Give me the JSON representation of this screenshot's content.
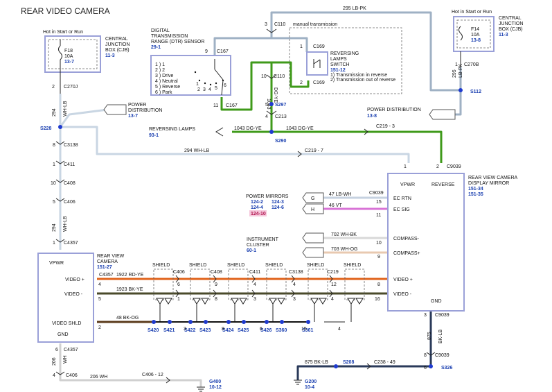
{
  "title": "REAR VIDEO CAMERA",
  "colors": {
    "wire_lb_pk": "#9fb1c4",
    "wire_dg_ye": "#3f9a1a",
    "wire_wh_lb": "#c9d6e3",
    "wire_rd_ye": "#e0621a",
    "wire_bk_ye": "#4a4a2a",
    "wire_bk_og": "#5a3a1a",
    "wire_vt": "#d873d6",
    "wire_bk_lb": "#2a3a5a",
    "wire_wh_og": "#e8c9b0",
    "ref_blue": "#1a3fb0",
    "ref_magenta": "#b0144e",
    "splice_dot": "#1f3bd0"
  },
  "cjb_left": {
    "hot_label": "Hot in Start or Run",
    "name_lines": [
      "CENTRAL",
      "JUNCTION",
      "BOX (CJB)"
    ],
    "ref": "11-3",
    "fuse": "F18",
    "amps": "10A",
    "fuse_ref": "13-7",
    "pin": "2",
    "conn": "C270J"
  },
  "cjb_right": {
    "hot_label": "Hot in Start or Run",
    "name_lines": [
      "CENTRAL",
      "JUNCTION",
      "BOX (CJB)"
    ],
    "ref": "11-3",
    "fuse": "F14",
    "amps": "10A",
    "fuse_ref": "13-8",
    "pin": "1",
    "conn": "C270B"
  },
  "dtr": {
    "name_lines": [
      "DIGITAL",
      "TRANSMISSION",
      "RANGE (DTR) SENSOR"
    ],
    "ref": "29-1",
    "positions": [
      "1 ) 1",
      "2 ) 2",
      "3 ) Drive",
      "4 ) Neutral",
      "5 ) Reverse",
      "6 ) Park"
    ],
    "switch_nums": [
      "1",
      "2",
      "3",
      "4",
      "5",
      "6"
    ],
    "pin_top": "9",
    "conn_top": "C167",
    "pin_bottom": "11",
    "conn_bottom": "C167"
  },
  "reversing_switch": {
    "manual_label": "manual transmission",
    "name_lines": [
      "REVERSING",
      "LAMPS",
      "SWITCH"
    ],
    "ref": "151-12",
    "notes": [
      "1) Transmission in reverse",
      "2) Transmission out of reverse"
    ],
    "pin_top": "1",
    "conn_top": "C169",
    "pin_bottom": "2",
    "conn_bottom": "C169"
  },
  "c110": {
    "pin_top": "3",
    "conn_top": "C110",
    "pin_low": "10",
    "conn_low": "C110"
  },
  "wire_labels": {
    "lb_pk_top": "295   LB-PK",
    "lb_pk_vert_num": "295",
    "lb_pk_vert": "LB-PK",
    "dg_ye_vert_num": "1043",
    "dg_ye_vert": "DG-YE",
    "dg_ye_left": "1043    DG-YE",
    "dg_ye_right": "1043    DG-YE",
    "wh_lb_upper_num": "294",
    "wh_lb_upper": "WH-LB",
    "wh_lb_horiz": "294    WH-LB",
    "wh_lb_lower_num": "294",
    "wh_lb_lower": "WH-LB",
    "lb_wh": "47    LB-WH",
    "vt": "46       VT",
    "wh_bk": "702    WH-BK",
    "wh_og": "703    WH-OG",
    "rd_ye": "1922    RD-YE",
    "bk_ye": "1923    BK-YE",
    "bk_og": "48     BK-OG",
    "bk_lb_vert_num": "875",
    "bk_lb_vert": "BK-LB",
    "bk_lb_horiz": "875    BK-LB",
    "wh_bottom_vert_num": "206",
    "wh_bottom_vert": "WH",
    "wh_bottom_horiz": "206         WH"
  },
  "power_dist_left": {
    "label": "POWER",
    "label2": "DISTRIBUTION",
    "ref": "13-7"
  },
  "power_dist_right": {
    "label": "POWER DISTRIBUTION",
    "ref": "13-8"
  },
  "reversing_lamps": {
    "label": "REVERSING LAMPS",
    "ref": "93-1"
  },
  "splices": {
    "s228": "S228",
    "s297": "S297",
    "c213": "C213",
    "s290": "S290",
    "s112": "S112",
    "s208": "S208",
    "s326": "S326",
    "s297_pin": "5",
    "c213_pin": "4"
  },
  "c219_3": "C219 - 3",
  "c219_7": "C219 - 7",
  "c238_49": "C238 - 49",
  "c406_12": "C406 - 12",
  "inline_conns": [
    {
      "pin": "8",
      "name": "C3138"
    },
    {
      "pin": "1",
      "name": "C411"
    },
    {
      "pin": "10",
      "name": "C408"
    },
    {
      "pin": "5",
      "name": "C406"
    },
    {
      "pin": "1",
      "name": "C4357"
    }
  ],
  "mirror": {
    "name_lines": [
      "REAR VIEW CAMERA",
      "DISPLAY MIRROR"
    ],
    "refs": [
      "151-34",
      "151-35"
    ],
    "pin_vpwr": "1",
    "pin_reverse": "2",
    "conn": "C9039",
    "vpwr": "VPWR",
    "reverse": "REVERSE",
    "ec_rtn": "EC RTN",
    "ec_sig": "EC SIG",
    "compass_minus": "COMPASS-",
    "compass_plus": "COMPASS+",
    "video_plus": "VIDEO +",
    "video_minus": "VIDEO -",
    "gnd": "GND",
    "pin_ec_rtn": "15",
    "pin_ec_sig": "11",
    "pin_compass_minus": "10",
    "pin_compass_plus": "9",
    "pin_video_plus": "8",
    "pin_video_minus": "16",
    "pin_gnd": "3",
    "conn_gnd": "C9039",
    "conn_ec": "C9039"
  },
  "power_mirrors": {
    "label": "POWER MIRRORS",
    "refs_row1": [
      "124-2",
      "124-3"
    ],
    "refs_row2": [
      "124-4",
      "124-6"
    ],
    "ref_hl": "124-10",
    "conn_g": "G",
    "conn_h": "H"
  },
  "instrument_cluster": {
    "label": "INSTRUMENT",
    "label2": "CLUSTER",
    "ref": "60-1"
  },
  "camera": {
    "name_lines": [
      "REAR VIEW",
      "CAMERA"
    ],
    "ref": "151-27",
    "vpwr": "VPWR",
    "video_plus": "VIDEO +",
    "video_minus": "VIDEO -",
    "video_shld": "VIDEO SHLD",
    "gnd": "GND",
    "pin_video_plus": "4",
    "pin_video_minus": "5",
    "pin_shld": "2",
    "pin_gnd": "6",
    "conn_gnd": "C4357",
    "conn_top": "C4357",
    "conn_video": "C4357"
  },
  "harness": {
    "shield": "SHIELD",
    "conns": [
      "C406",
      "C408",
      "C411",
      "C3138",
      "C219"
    ],
    "pins_plus": [
      "6",
      "9",
      "4",
      "4",
      "12"
    ],
    "pins_minus": [
      "1",
      "8",
      "3",
      "3",
      "4"
    ],
    "shield_pins": [
      "3",
      "8",
      "6",
      "15",
      "4"
    ],
    "drain_splices": [
      "S420",
      "S421",
      "S422",
      "S423",
      "S424",
      "S425",
      "S426",
      "S360",
      "S361"
    ]
  },
  "bottom": {
    "pin_c406": "4",
    "conn_c406": "C406",
    "pin_s326": "6",
    "conn_c9039_bottom": "C9039",
    "pin_c9039": "8",
    "g400": "G400",
    "g400_ref": "10-12",
    "g200": "G200",
    "g200_ref": "10-4"
  }
}
